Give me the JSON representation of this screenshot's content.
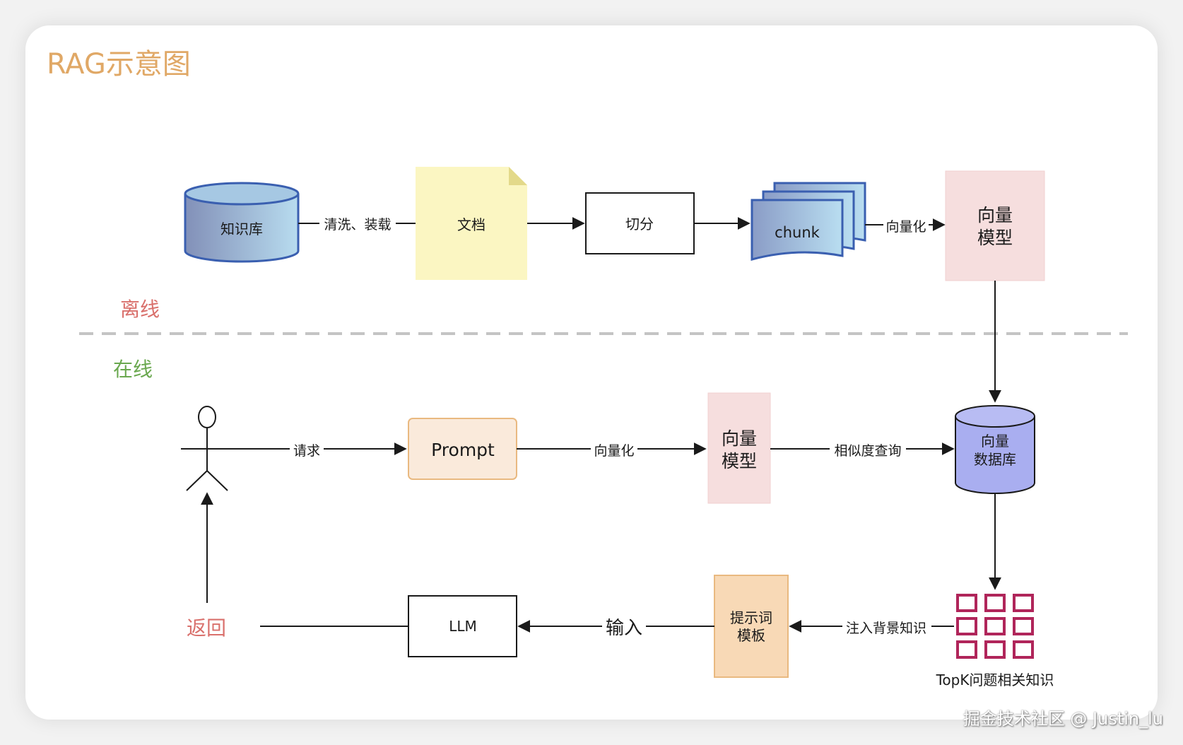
{
  "title": "RAG示意图",
  "sections": {
    "offline": "离线",
    "online": "在线"
  },
  "offline": {
    "knowledge_base": "知识库",
    "clean_load": "清洗、装载",
    "document": "文档",
    "split": "切分",
    "chunk": "chunk",
    "vectorize": "向量化",
    "vector_model": [
      "向量",
      "模型"
    ]
  },
  "online": {
    "request": "请求",
    "prompt": "Prompt",
    "vectorize": "向量化",
    "vector_model": [
      "向量",
      "模型"
    ],
    "similarity_query": "相似度查询",
    "vector_db": [
      "向量",
      "数据库"
    ],
    "topk": "TopK问题相关知识",
    "inject": "注入背景知识",
    "prompt_template": [
      "提示词",
      "模板"
    ],
    "input": "输入",
    "llm": "LLM",
    "return": "返回"
  },
  "watermark": "掘金技术社区 @ Justin_lu",
  "colors": {
    "title": "#e0a866",
    "offline_label": "#d9706c",
    "online_label": "#6aa84f",
    "return_label": "#d9706c",
    "doc_fill": "#fbf6c2",
    "model_fill": "#f6dede",
    "prompt_fill": "#faeadb",
    "template_fill": "#f8d9b6",
    "vector_db_fill": "#a9aef0",
    "grid": "#b0255a"
  }
}
